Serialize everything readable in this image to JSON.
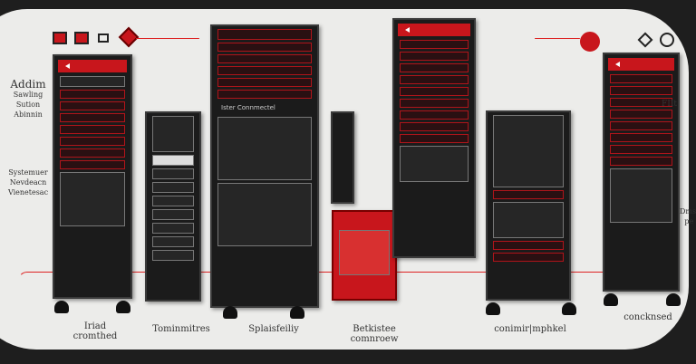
{
  "left_labels": {
    "top": [
      "Addim",
      "Sawling",
      "Sution",
      "Abinnin"
    ],
    "bottom": [
      "Systemuer",
      "Nevdeacn",
      "Vienetesac"
    ]
  },
  "rack_title": "Ister Connmectel",
  "right_labels": {
    "top": "FIIt",
    "bottom": [
      "Dmsi",
      "pe"
    ]
  },
  "bottom_labels": [
    "Iriad cromthed",
    "Tominmitres",
    "Splaisfeiliy",
    "Betkistee comnroew",
    "conimir|mphkel",
    "concknsed"
  ],
  "colors": {
    "accent": "#c8161c",
    "rack": "#1b1b1b",
    "panel": "#ececea"
  }
}
